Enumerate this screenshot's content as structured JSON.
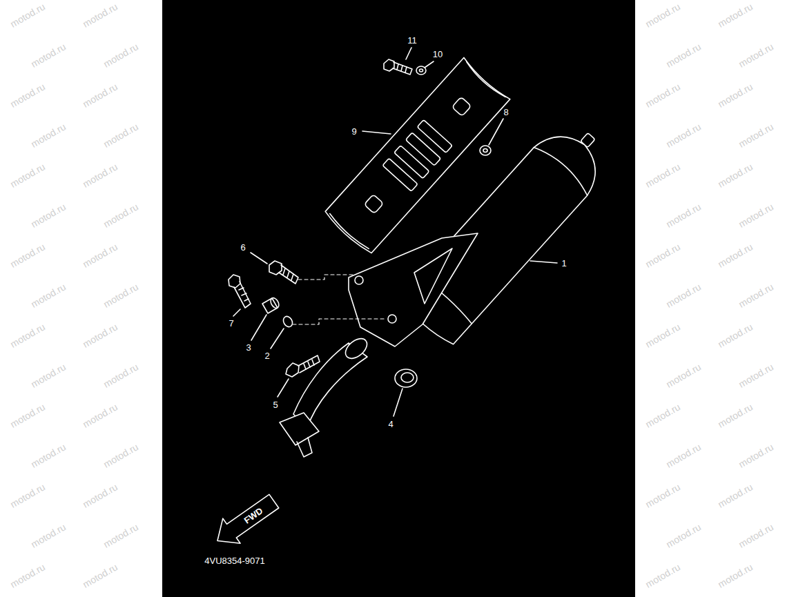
{
  "diagram": {
    "labels": [
      "1",
      "2",
      "3",
      "4",
      "5",
      "6",
      "7",
      "8",
      "9",
      "10",
      "11",
      "FWD",
      "4VU8354-9071",
      "motod.ru",
      "motod.ru",
      "motod.ru",
      "motod.ru",
      "motod.ru",
      "motod.ru",
      "motod.ru",
      "motod.ru",
      "motod.ru",
      "motod.ru",
      "motod.ru",
      "motod.ru",
      "motod.ru",
      "motod.ru",
      "motod.ru",
      "motod.ru",
      "motod.ru",
      "motod.ru",
      "motod.ru",
      "motod.ru",
      "motod.ru",
      "motod.ru",
      "motod.ru",
      "motod.ru",
      "motod.ru",
      "motod.ru",
      "motod.ru",
      "motod.ru",
      "motod.ru",
      "motod.ru",
      "motod.ru",
      "motod.ru",
      "motod.ru",
      "motod.ru",
      "motod.ru",
      "motod.ru",
      "motod.ru",
      "motod.ru",
      "motod.ru",
      "motod.ru",
      "motod.ru",
      "motod.ru",
      "motod.ru",
      "motod.ru",
      "motod.ru",
      "motod.ru",
      "motod.ru",
      "motod.ru",
      "motod.ru",
      "motod.ru",
      "motod.ru",
      "motod.ru",
      "motod.ru",
      "motod.ru",
      "motod.ru",
      "motod.ru",
      "motod.ru",
      "motod.ru",
      "motod.ru",
      "motod.ru"
    ]
  }
}
